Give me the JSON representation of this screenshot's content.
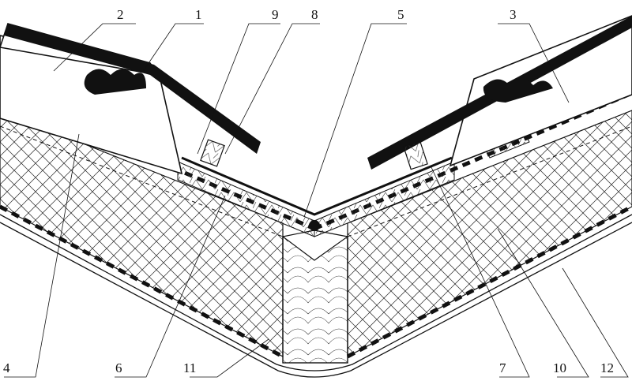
{
  "figure": {
    "callouts": [
      {
        "id": "c1",
        "label": "1"
      },
      {
        "id": "c2",
        "label": "2"
      },
      {
        "id": "c3",
        "label": "3"
      },
      {
        "id": "c4",
        "label": "4"
      },
      {
        "id": "c5",
        "label": "5"
      },
      {
        "id": "c6",
        "label": "6"
      },
      {
        "id": "c7",
        "label": "7"
      },
      {
        "id": "c8",
        "label": "8"
      },
      {
        "id": "c9",
        "label": "9"
      },
      {
        "id": "c10",
        "label": "10"
      },
      {
        "id": "c11",
        "label": "11"
      },
      {
        "id": "c12",
        "label": "12"
      }
    ],
    "colors": {
      "ink": "#111111",
      "background": "#ffffff"
    }
  }
}
